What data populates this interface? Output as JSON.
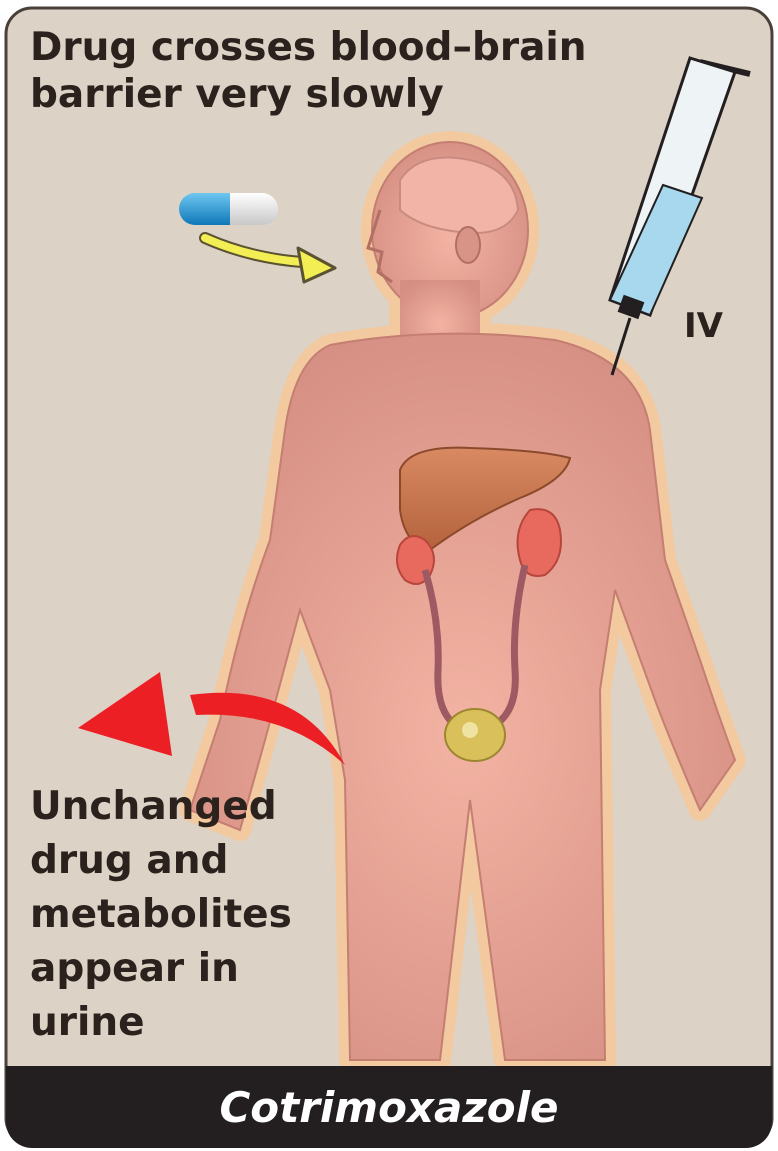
{
  "labels": {
    "top_note_line1": "Drug crosses blood–brain",
    "top_note_line2": "barrier very slowly",
    "route": "IV",
    "bottom_note": [
      "Unchanged",
      "drug and",
      "metabolites",
      "appear in",
      "urine"
    ]
  },
  "title": "Cotrimoxazole",
  "colors": {
    "background": "#dcd2c6",
    "body": "#e0a294",
    "body_glow": "#f3c9a0",
    "excretion_arrow": "#ec1f24",
    "oral_arrow": "#f3ee54",
    "title_bar": "#231f20"
  },
  "icons": {
    "oral_route": "capsule-icon",
    "iv_route": "syringe-icon"
  }
}
